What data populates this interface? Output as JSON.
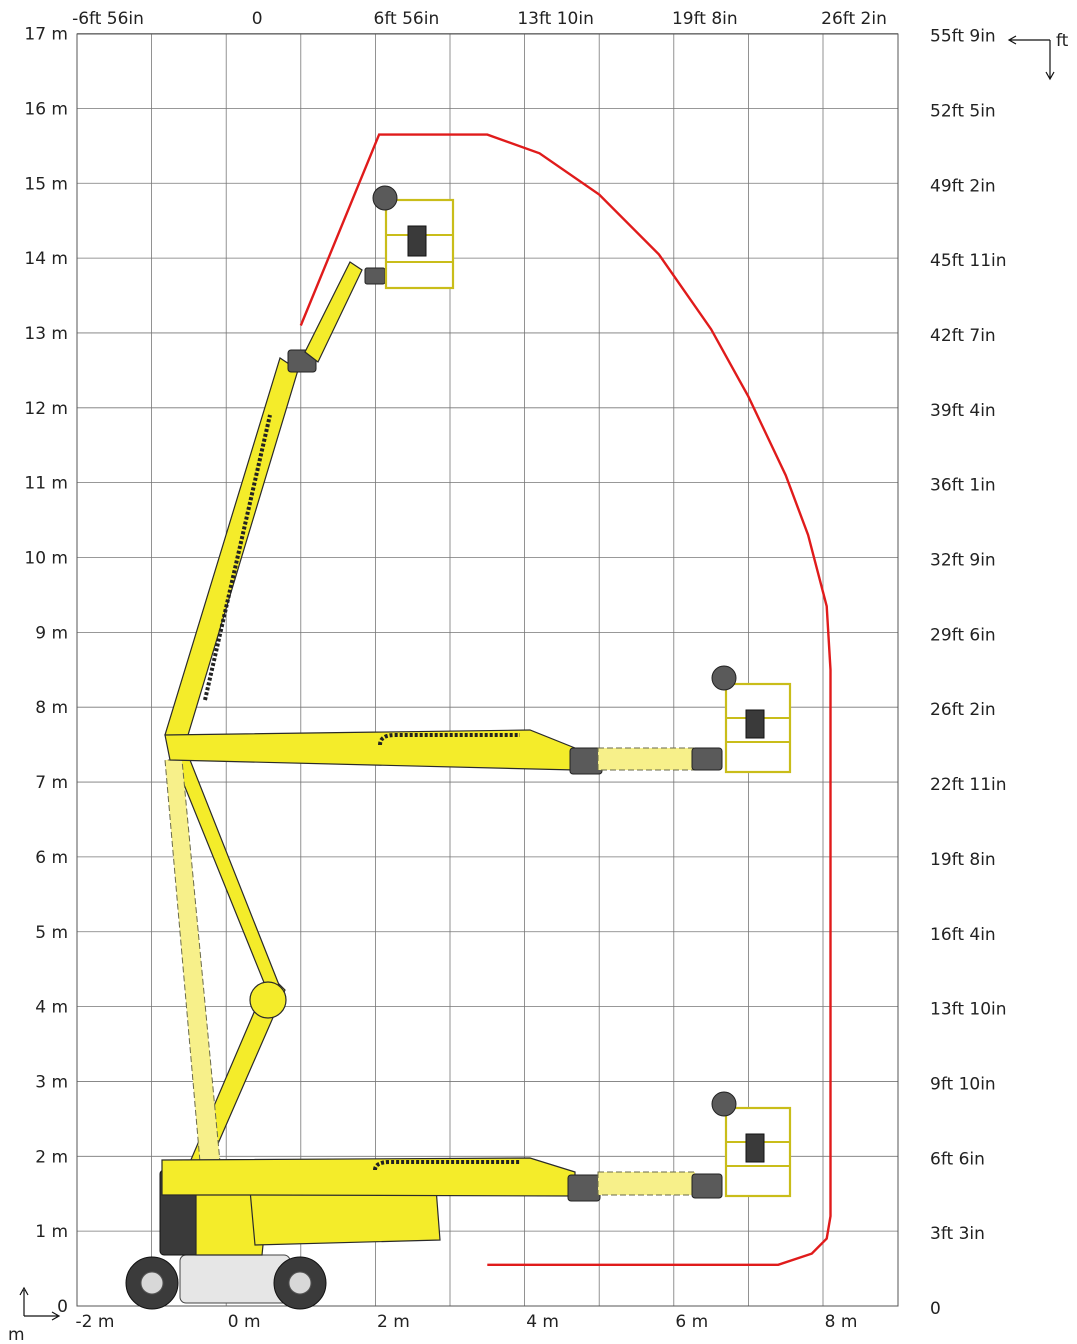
{
  "chart_data": {
    "type": "line",
    "title": "",
    "xlabel": "",
    "ylabel": "",
    "x_unit_label": "m",
    "y_unit_label": "ft",
    "xlim": [
      -2,
      8.8
    ],
    "ylim": [
      0,
      17
    ],
    "x_ticks_bottom": [
      "-2 m",
      "0 m",
      "2 m",
      "4 m",
      "6 m",
      "8 m"
    ],
    "x_ticks_bottom_values": [
      -2,
      0,
      2,
      4,
      6,
      8
    ],
    "x_ticks_top": [
      "-6ft 56in",
      "0",
      "6ft 56in",
      "13ft 10in",
      "19ft 8in",
      "26ft 2in"
    ],
    "x_ticks_top_values": [
      -2,
      0,
      2,
      4,
      6,
      8
    ],
    "y_ticks_left": [
      "0",
      "1 m",
      "2 m",
      "3 m",
      "4 m",
      "5 m",
      "6 m",
      "7 m",
      "8 m",
      "9 m",
      "10 m",
      "11 m",
      "12 m",
      "13 m",
      "14 m",
      "15 m",
      "16 m",
      "17 m"
    ],
    "y_ticks_left_values": [
      0,
      1,
      2,
      3,
      4,
      5,
      6,
      7,
      8,
      9,
      10,
      11,
      12,
      13,
      14,
      15,
      16,
      17
    ],
    "y_ticks_right": [
      "0",
      "3ft 3in",
      "6ft 6in",
      "9ft 10in",
      "13ft 10in",
      "16ft 4in",
      "19ft 8in",
      "22ft 11in",
      "26ft 2in",
      "29ft 6in",
      "32ft 9in",
      "36ft 1in",
      "39ft 4in",
      "42ft 7in",
      "45ft 11in",
      "49ft 2in",
      "52ft 5in",
      "55ft 9in"
    ],
    "y_ticks_right_values": [
      0,
      1,
      2,
      3,
      4,
      5,
      6,
      7,
      8,
      9,
      10,
      11,
      12,
      13,
      14,
      15,
      16,
      17
    ],
    "grid": true,
    "series": [
      {
        "color": "#e01b1b",
        "x": [
          1.0,
          2.05,
          3.5,
          4.2,
          5.0,
          5.8,
          6.5,
          7.0,
          7.5,
          7.8,
          8.05,
          8.1,
          8.1,
          8.05,
          7.85,
          7.4,
          5.0,
          3.5
        ],
        "y": [
          13.1,
          15.65,
          15.65,
          15.4,
          14.85,
          14.05,
          13.05,
          12.15,
          11.1,
          10.3,
          9.35,
          8.5,
          1.2,
          0.9,
          0.7,
          0.55,
          0.55,
          0.55
        ]
      }
    ]
  },
  "illustration": {
    "name": "articulated boom lift",
    "colors": {
      "boom": "#f4ec2a",
      "cage_rail": "#c9bd1a",
      "joints": "#5a5a5a",
      "envelope": "#e01b1b"
    },
    "boom_positions": [
      "fully raised",
      "horizontal at mid height",
      "horizontal at low height"
    ]
  }
}
